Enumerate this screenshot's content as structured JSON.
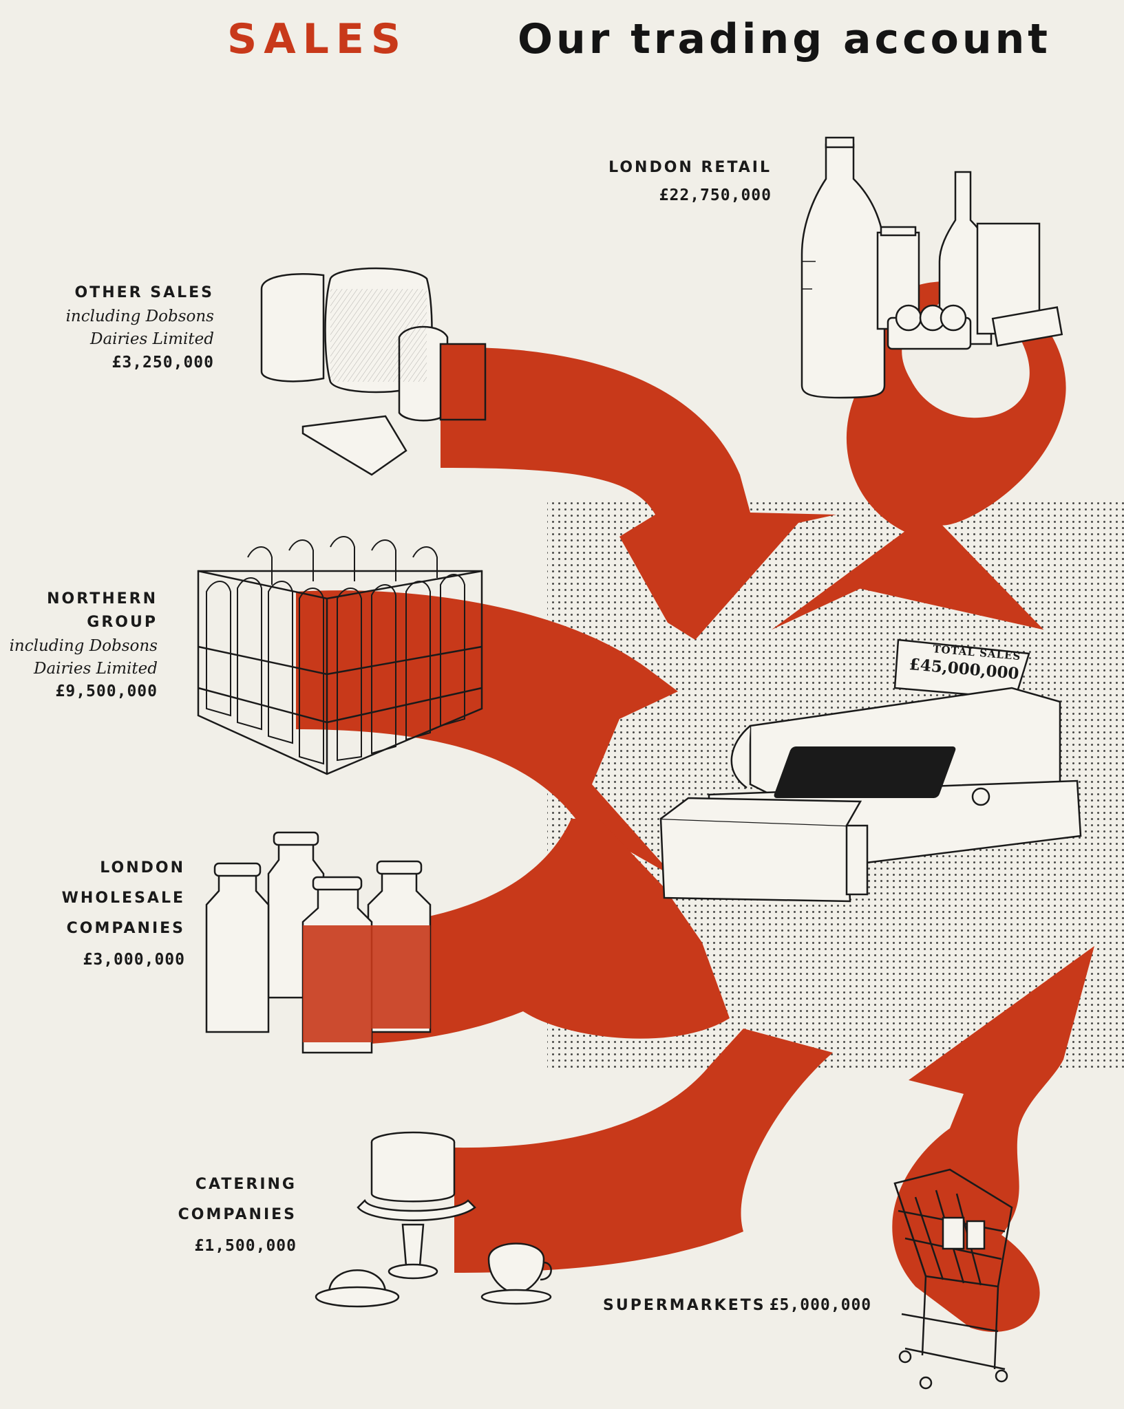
{
  "header": {
    "section": "SALES",
    "title": "Our trading account"
  },
  "register": {
    "receipt_title": "TOTAL SALES",
    "receipt_amount": "£45,000,000"
  },
  "channels": [
    {
      "id": "london-retail",
      "name": "LONDON RETAIL",
      "amount": "£22,750,000",
      "icon": "bottles-and-groceries-icon"
    },
    {
      "id": "other-sales",
      "name": "OTHER SALES",
      "note_lines": [
        "including Dobsons",
        "Dairies Limited"
      ],
      "amount": "£3,250,000",
      "icon": "cheese-icon"
    },
    {
      "id": "northern-group",
      "name_lines": [
        "NORTHERN",
        "GROUP"
      ],
      "note_lines": [
        "including Dobsons",
        "Dairies Limited"
      ],
      "amount": "£9,500,000",
      "icon": "milk-crate-icon"
    },
    {
      "id": "london-wholesale",
      "name_lines": [
        "LONDON",
        "WHOLESALE",
        "COMPANIES"
      ],
      "amount": "£3,000,000",
      "icon": "milk-churns-icon"
    },
    {
      "id": "catering",
      "name_lines": [
        "CATERING",
        "COMPANIES"
      ],
      "amount": "£1,500,000",
      "icon": "cake-and-teacup-icon"
    },
    {
      "id": "supermarkets",
      "name": "SUPERMARKETS",
      "amount": "£5,000,000",
      "icon": "shopping-trolley-icon"
    }
  ],
  "colors": {
    "background": "#f1efe8",
    "accent_red": "#c8391a",
    "ink": "#1a1a1a"
  }
}
